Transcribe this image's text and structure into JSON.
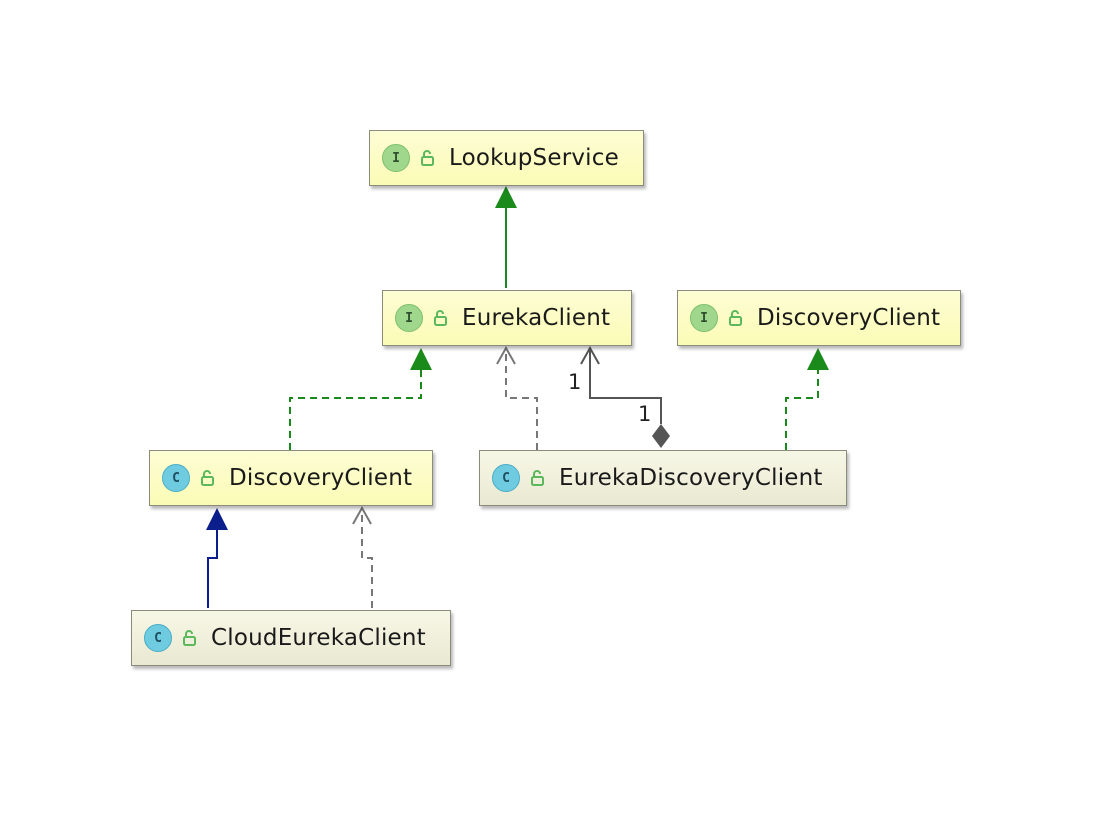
{
  "diagram": {
    "nodes": [
      {
        "id": "lookupservice",
        "kind": "I",
        "label": "LookupService"
      },
      {
        "id": "eurekaclient",
        "kind": "I",
        "label": "EurekaClient"
      },
      {
        "id": "discoveryclient-iface",
        "kind": "I",
        "label": "DiscoveryClient"
      },
      {
        "id": "discoveryclient-class",
        "kind": "C",
        "label": "DiscoveryClient"
      },
      {
        "id": "eurekadiscoveryclient",
        "kind": "C",
        "label": "EurekaDiscoveryClient"
      },
      {
        "id": "cloudeurekaclient",
        "kind": "C",
        "label": "CloudEurekaClient"
      }
    ],
    "edges": [
      {
        "from": "eurekaclient",
        "to": "lookupservice",
        "type": "extends-interface"
      },
      {
        "from": "discoveryclient-class",
        "to": "eurekaclient",
        "type": "implements"
      },
      {
        "from": "eurekadiscoveryclient",
        "to": "eurekaclient",
        "type": "dependency"
      },
      {
        "from": "eurekadiscoveryclient",
        "to": "eurekaclient",
        "type": "composition"
      },
      {
        "from": "eurekadiscoveryclient",
        "to": "discoveryclient-iface",
        "type": "implements"
      },
      {
        "from": "cloudeurekaclient",
        "to": "discoveryclient-class",
        "type": "extends-class"
      },
      {
        "from": "cloudeurekaclient",
        "to": "discoveryclient-class",
        "type": "dependency"
      }
    ],
    "multiplicity": {
      "target_end": "1",
      "source_end": "1"
    },
    "colors": {
      "interface_inheritance": "#1a8a1a",
      "class_inheritance": "#0c1e8c",
      "dependency": "#777777",
      "composition": "#555555",
      "node_fill": "#fbfbb6",
      "interface_icon": "#9fd88d",
      "class_icon": "#6fcbe0",
      "visibility_icon": "#5cb85c"
    }
  }
}
